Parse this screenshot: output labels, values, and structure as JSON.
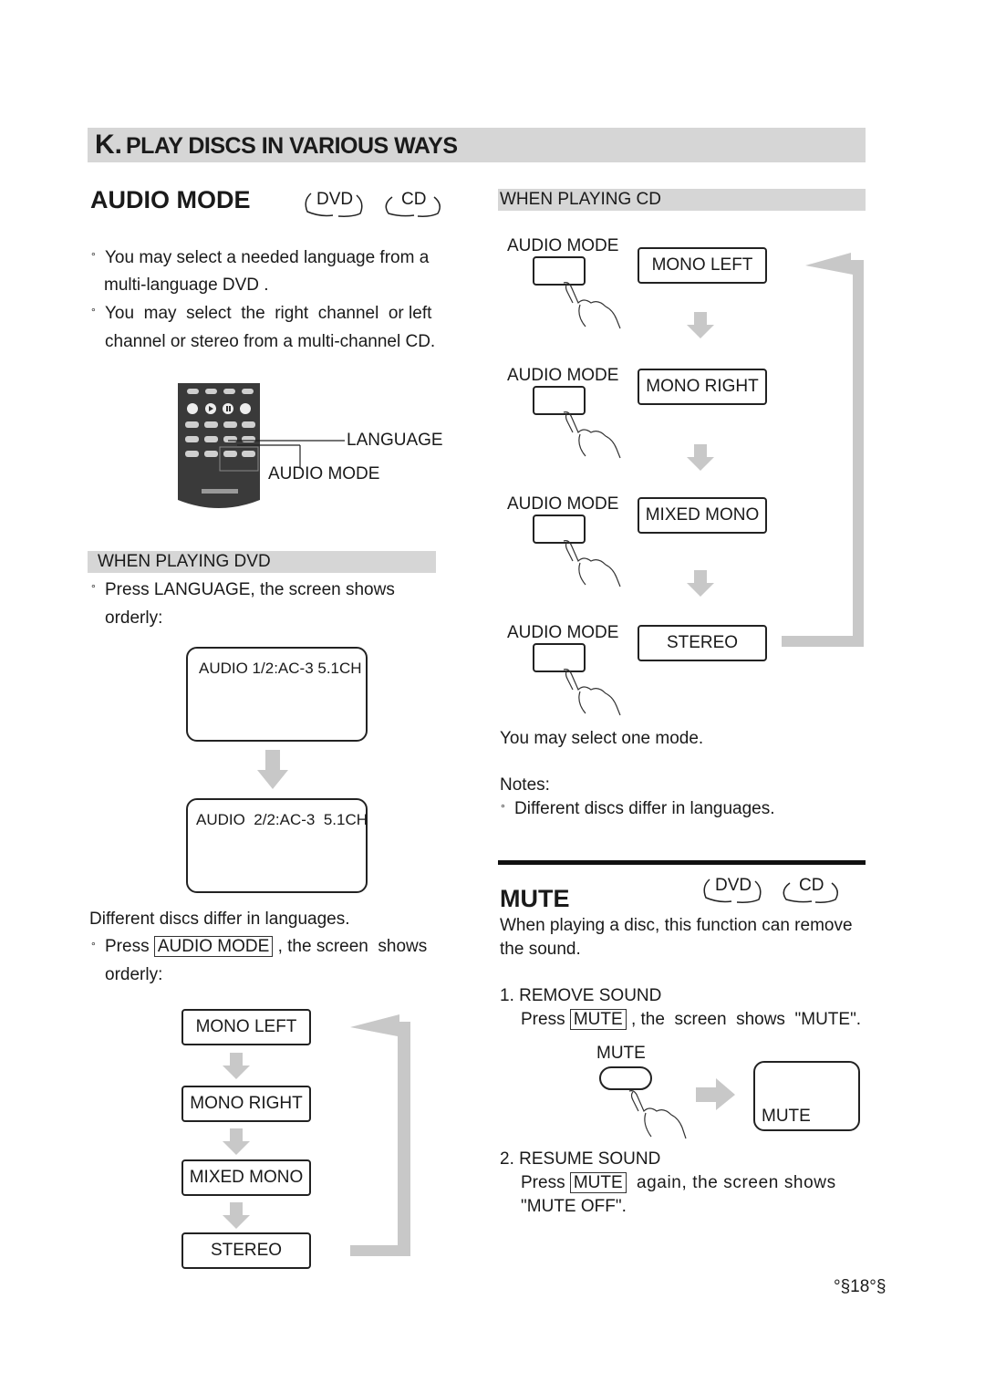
{
  "section": {
    "letter": "K.",
    "title": "PLAY DISCS IN VARIOUS WAYS"
  },
  "audio_mode": {
    "heading": "AUDIO MODE",
    "badges": [
      "DVD",
      "CD"
    ],
    "bullets": [
      [
        "You may select a needed language from a",
        "multi-language DVD ."
      ],
      [
        "You  may  select  the  right  channel  or left",
        "channel or stereo from a multi-channel CD."
      ]
    ],
    "callouts": {
      "language": "LANGUAGE",
      "audio_mode": "AUDIO MODE"
    }
  },
  "dvd": {
    "band": "WHEN PLAYING DVD",
    "bullet1": [
      "Press LANGUAGE, the screen shows",
      "orderly:"
    ],
    "screen1": "AUDIO 1/2:AC-3  5.1CH",
    "screen2": "AUDIO  2/2:AC-3  5.1CH",
    "note": "Different discs differ in languages.",
    "bullet2": {
      "press": "Press",
      "key": "AUDIO MODE",
      "rest": ", the screen  shows",
      "line2": "orderly:"
    },
    "modes": [
      "MONO LEFT",
      "MONO RIGHT",
      "MIXED MONO",
      "STEREO"
    ]
  },
  "cd": {
    "band": "WHEN PLAYING CD",
    "button_label": "AUDIO MODE",
    "modes": [
      "MONO LEFT",
      "MONO RIGHT",
      "MIXED MONO",
      "STEREO"
    ],
    "select_text": "You may select one mode.",
    "notes_title": "Notes:",
    "note": "Different discs differ in languages."
  },
  "mute": {
    "heading": "MUTE",
    "badges": [
      "DVD",
      "CD"
    ],
    "intro": [
      "When playing a disc, this function can remove",
      "the sound."
    ],
    "step1": {
      "title": "1. REMOVE SOUND",
      "press": "Press",
      "key": "MUTE",
      "rest": ", the  screen  shows  \"MUTE\"."
    },
    "button_label": "MUTE",
    "screen_text": "MUTE",
    "step2": {
      "title": "2. RESUME SOUND",
      "press": "Press",
      "key": "MUTE",
      "rest": "again, the screen shows",
      "line2": "\"MUTE OFF\"."
    }
  },
  "page_number": "°§18°§",
  "bullet_mark": "°"
}
